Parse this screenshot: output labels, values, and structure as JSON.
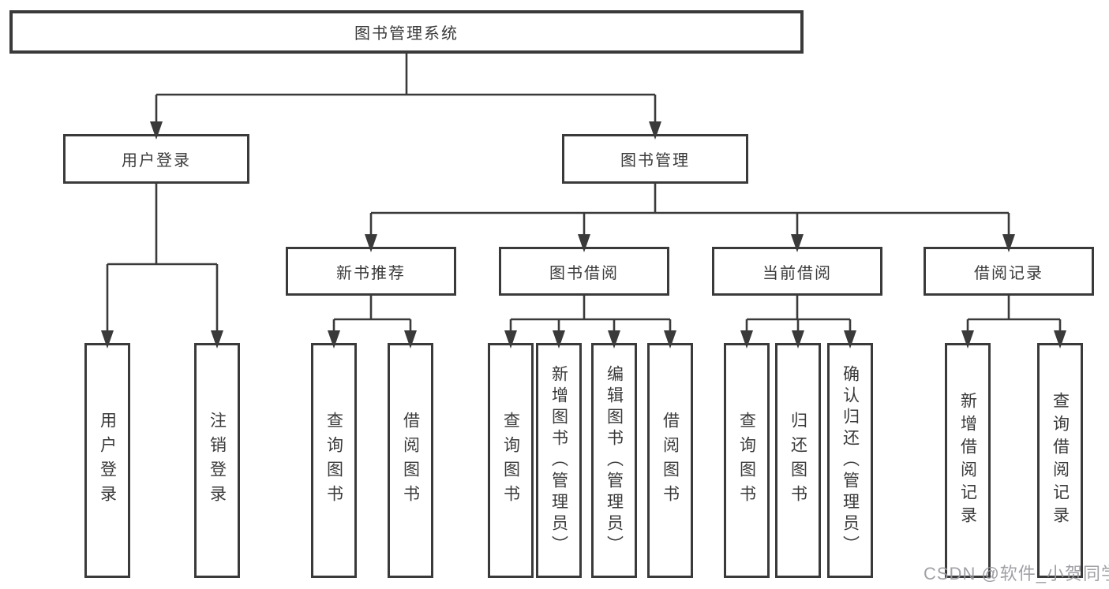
{
  "tree": {
    "root": {
      "label": "图书管理系统"
    },
    "level2": [
      {
        "label": "用户登录"
      },
      {
        "label": "图书管理"
      }
    ],
    "level3": [
      {
        "label": "新书推荐"
      },
      {
        "label": "图书借阅"
      },
      {
        "label": "当前借阅"
      },
      {
        "label": "借阅记录"
      }
    ],
    "leaves": [
      {
        "label": "用户登录"
      },
      {
        "label": "注销登录"
      },
      {
        "label": "查询图书"
      },
      {
        "label": "借阅图书"
      },
      {
        "label": "查询图书"
      },
      {
        "label": "新增图书（管理员）"
      },
      {
        "label": "编辑图书（管理员）"
      },
      {
        "label": "借阅图书"
      },
      {
        "label": "查询图书"
      },
      {
        "label": "归还图书"
      },
      {
        "label": "确认归还（管理员）"
      },
      {
        "label": "新增借阅记录"
      },
      {
        "label": "查询借阅记录"
      }
    ]
  },
  "watermark": {
    "text": "CSDN @软件_小贺同学"
  },
  "colors": {
    "line": "#3a3a3a",
    "text": "#3a3a3a",
    "background": "#ffffff",
    "watermark": "#98989e"
  }
}
